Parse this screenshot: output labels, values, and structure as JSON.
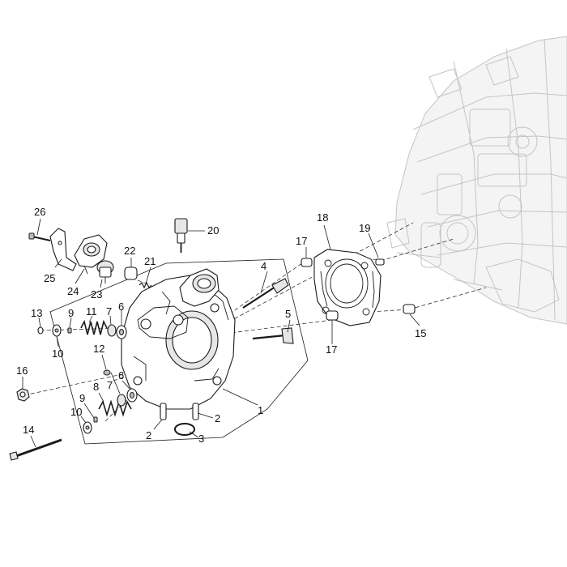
{
  "callouts": {
    "c1": "1",
    "c2a": "2",
    "c2b": "2",
    "c3": "3",
    "c4": "4",
    "c5": "5",
    "c6a": "6",
    "c6b": "6",
    "c7a": "7",
    "c7b": "7",
    "c8": "8",
    "c9a": "9",
    "c9b": "9",
    "c10a": "10",
    "c10b": "10",
    "c11": "11",
    "c12": "12",
    "c13": "13",
    "c14": "14",
    "c15": "15",
    "c16": "16",
    "c17a": "17",
    "c17b": "17",
    "c18": "18",
    "c19": "19",
    "c20": "20",
    "c21": "21",
    "c22": "22",
    "c23": "23",
    "c24": "24",
    "c25": "25",
    "c26": "26"
  }
}
